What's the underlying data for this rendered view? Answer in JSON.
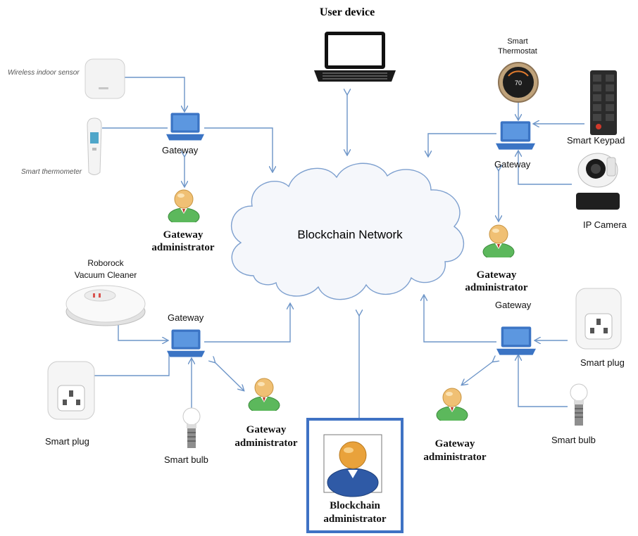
{
  "title": "User device",
  "cloud": {
    "label": "Blockchain Network"
  },
  "devices": {
    "wireless_sensor": "Wireless indoor sensor",
    "smart_thermometer": "Smart thermometer",
    "thermostat_line1": "Smart",
    "thermostat_line2": "Thermostat",
    "thermostat_reading": "70",
    "smart_keypad": "Smart Keypad",
    "ip_camera": "IP Camera",
    "vacuum_line1": "Roborock",
    "vacuum_line2": "Vacuum Cleaner",
    "smart_plug_left": "Smart plug",
    "smart_bulb_left": "Smart bulb",
    "smart_plug_right": "Smart plug",
    "smart_bulb_right": "Smart bulb"
  },
  "gateways": {
    "top_left": "Gateway",
    "top_right": "Gateway",
    "bottom_left": "Gateway",
    "bottom_right": "Gateway"
  },
  "admins": {
    "line1": "Gateway",
    "line2": "administrator",
    "bottom_left_line2": "administrator"
  },
  "blockchain_admin": {
    "line1": "Blockchain",
    "line2": "administrator"
  },
  "colors": {
    "arrow": "#6d95c8",
    "laptop": "#4a86d1",
    "admin_head": "#f0c074",
    "admin_body": "#5cb85c",
    "bc_admin_body": "#2f5aa6",
    "highlight_box": "#3f72c4"
  }
}
